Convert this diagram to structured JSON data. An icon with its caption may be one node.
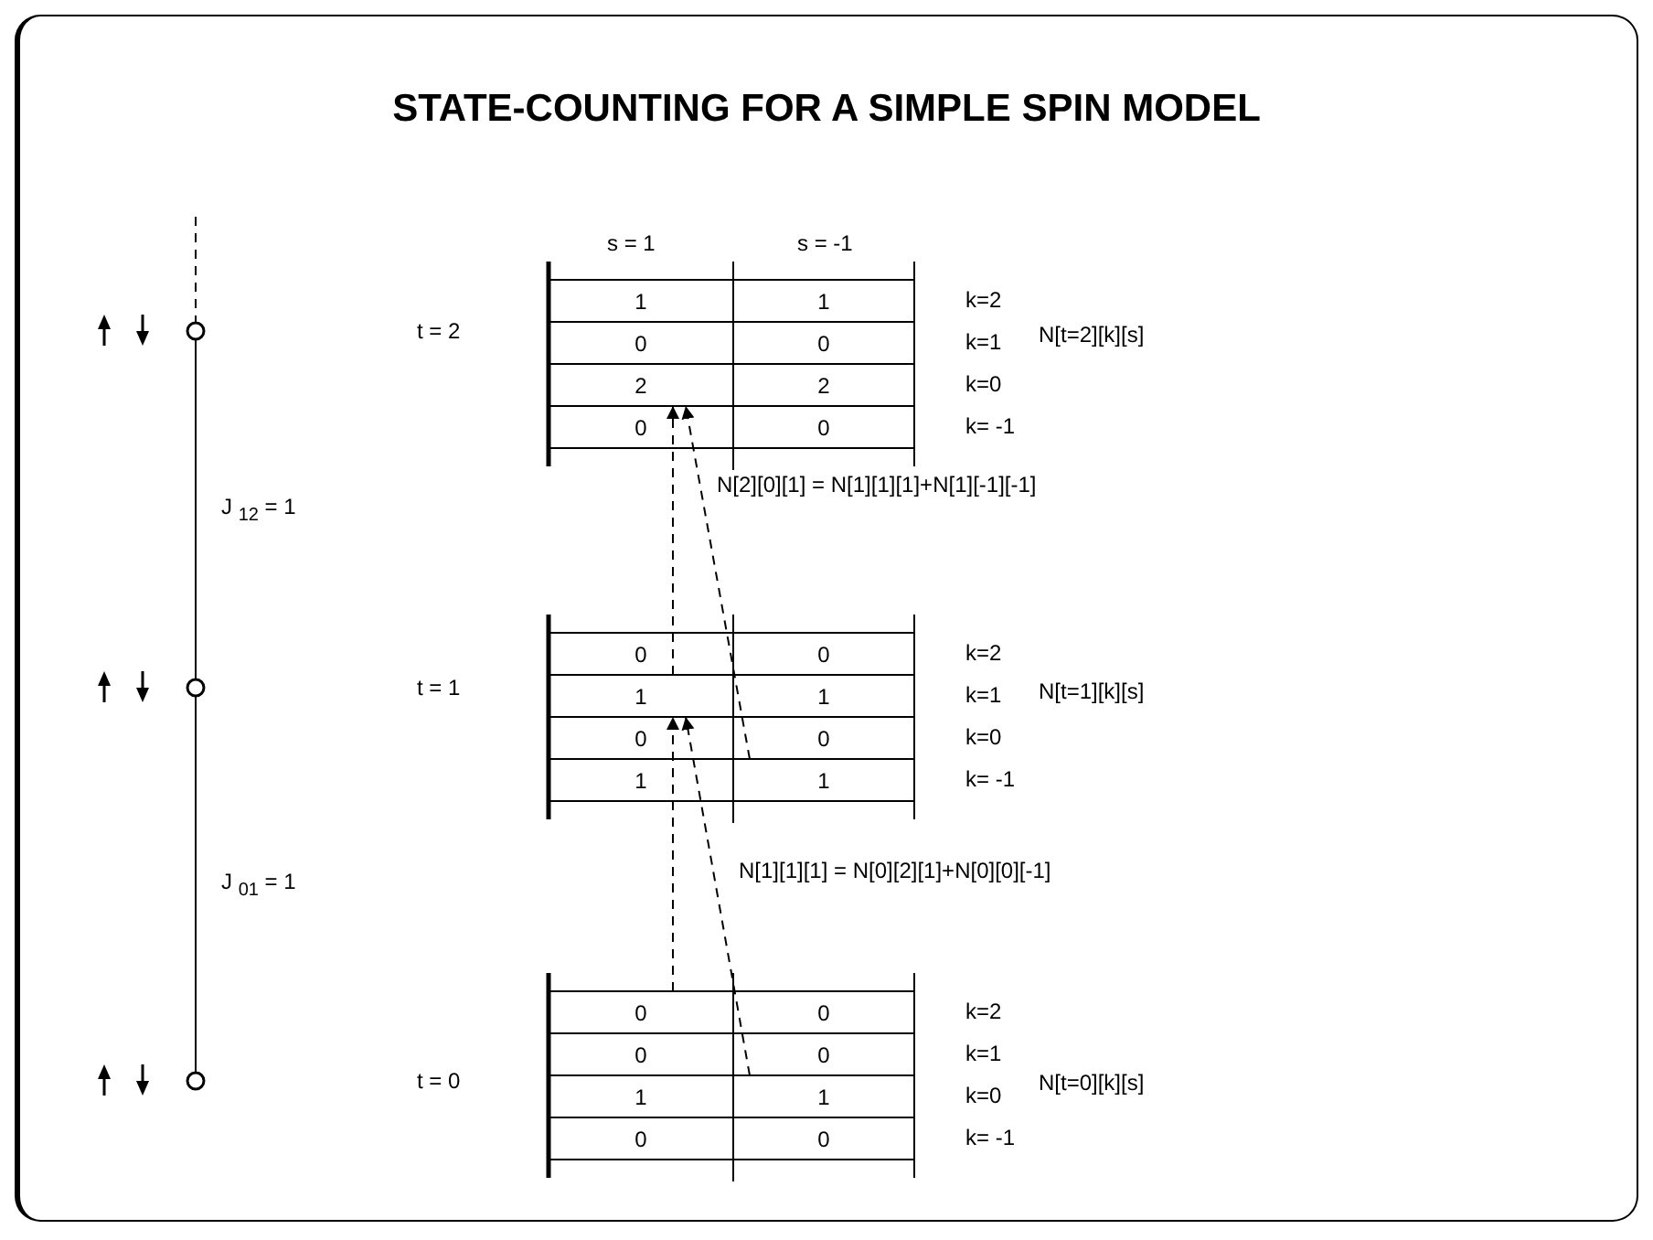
{
  "diagram": {
    "title": "STATE-COUNTING FOR A SIMPLE SPIN MODEL",
    "nodes": [
      {
        "text": [],
        "shape": "circle"
      },
      {
        "text": [],
        "shape": "circle"
      },
      {
        "text": [],
        "shape": "circle"
      },
      {
        "text": [
          "1"
        ]
      },
      {
        "text": [
          "1"
        ]
      },
      {
        "text": [
          "0"
        ]
      },
      {
        "text": [
          "0"
        ]
      },
      {
        "text": [
          "2"
        ]
      },
      {
        "text": [
          "2"
        ]
      },
      {
        "text": [
          "0"
        ]
      },
      {
        "text": [
          "0"
        ]
      },
      {
        "text": [
          "0"
        ]
      },
      {
        "text": [
          "0"
        ]
      },
      {
        "text": [
          "1"
        ]
      },
      {
        "text": [
          "1"
        ]
      },
      {
        "text": [
          "0"
        ]
      },
      {
        "text": [
          "0"
        ]
      },
      {
        "text": [
          "1"
        ]
      },
      {
        "text": [
          "1"
        ]
      },
      {
        "text": [
          "0"
        ]
      },
      {
        "text": [
          "0"
        ]
      },
      {
        "text": [
          "0"
        ]
      },
      {
        "text": [
          "0"
        ]
      },
      {
        "text": [
          "1"
        ]
      },
      {
        "text": [
          "1"
        ]
      },
      {
        "text": [
          "0"
        ]
      },
      {
        "text": [
          "0"
        ]
      }
    ],
    "edges": [
      {
        "from": null,
        "to": 0,
        "arrow": "none",
        "style": "dashed"
      },
      {
        "from": 0,
        "to": 1,
        "arrow": "none",
        "label": "J $_{12}$ = 1"
      },
      {
        "from": 1,
        "to": 2,
        "arrow": "none",
        "label": "J $_{01}$ = 1"
      },
      {
        "from": 13,
        "to": 7,
        "arrow": "to",
        "style": "dashed"
      },
      {
        "from": 18,
        "to": 7,
        "arrow": "to",
        "style": "dashed"
      },
      {
        "from": 19,
        "to": 13,
        "arrow": "to",
        "style": "dashed"
      },
      {
        "from": 24,
        "to": 13,
        "arrow": "to",
        "style": "dashed"
      }
    ],
    "labels": [
      "s = 1",
      "s = -1",
      "t = 2",
      "k=2",
      "k=1",
      "k=0",
      "k= -1",
      "N[t=2][k][s]",
      "N[2][0][1] = N[1][1][1]+N[1][-1][-1]",
      "t = 1",
      "k=2",
      "k=1",
      "k=0",
      "k= -1",
      "N[t=1][k][s]",
      "N[1][1][1] = N[0][2][1]+N[0][0][-1]",
      "t = 0",
      "k=2",
      "k=1",
      "k=0",
      "k= -1",
      "N[t=0][k][s]"
    ]
  }
}
